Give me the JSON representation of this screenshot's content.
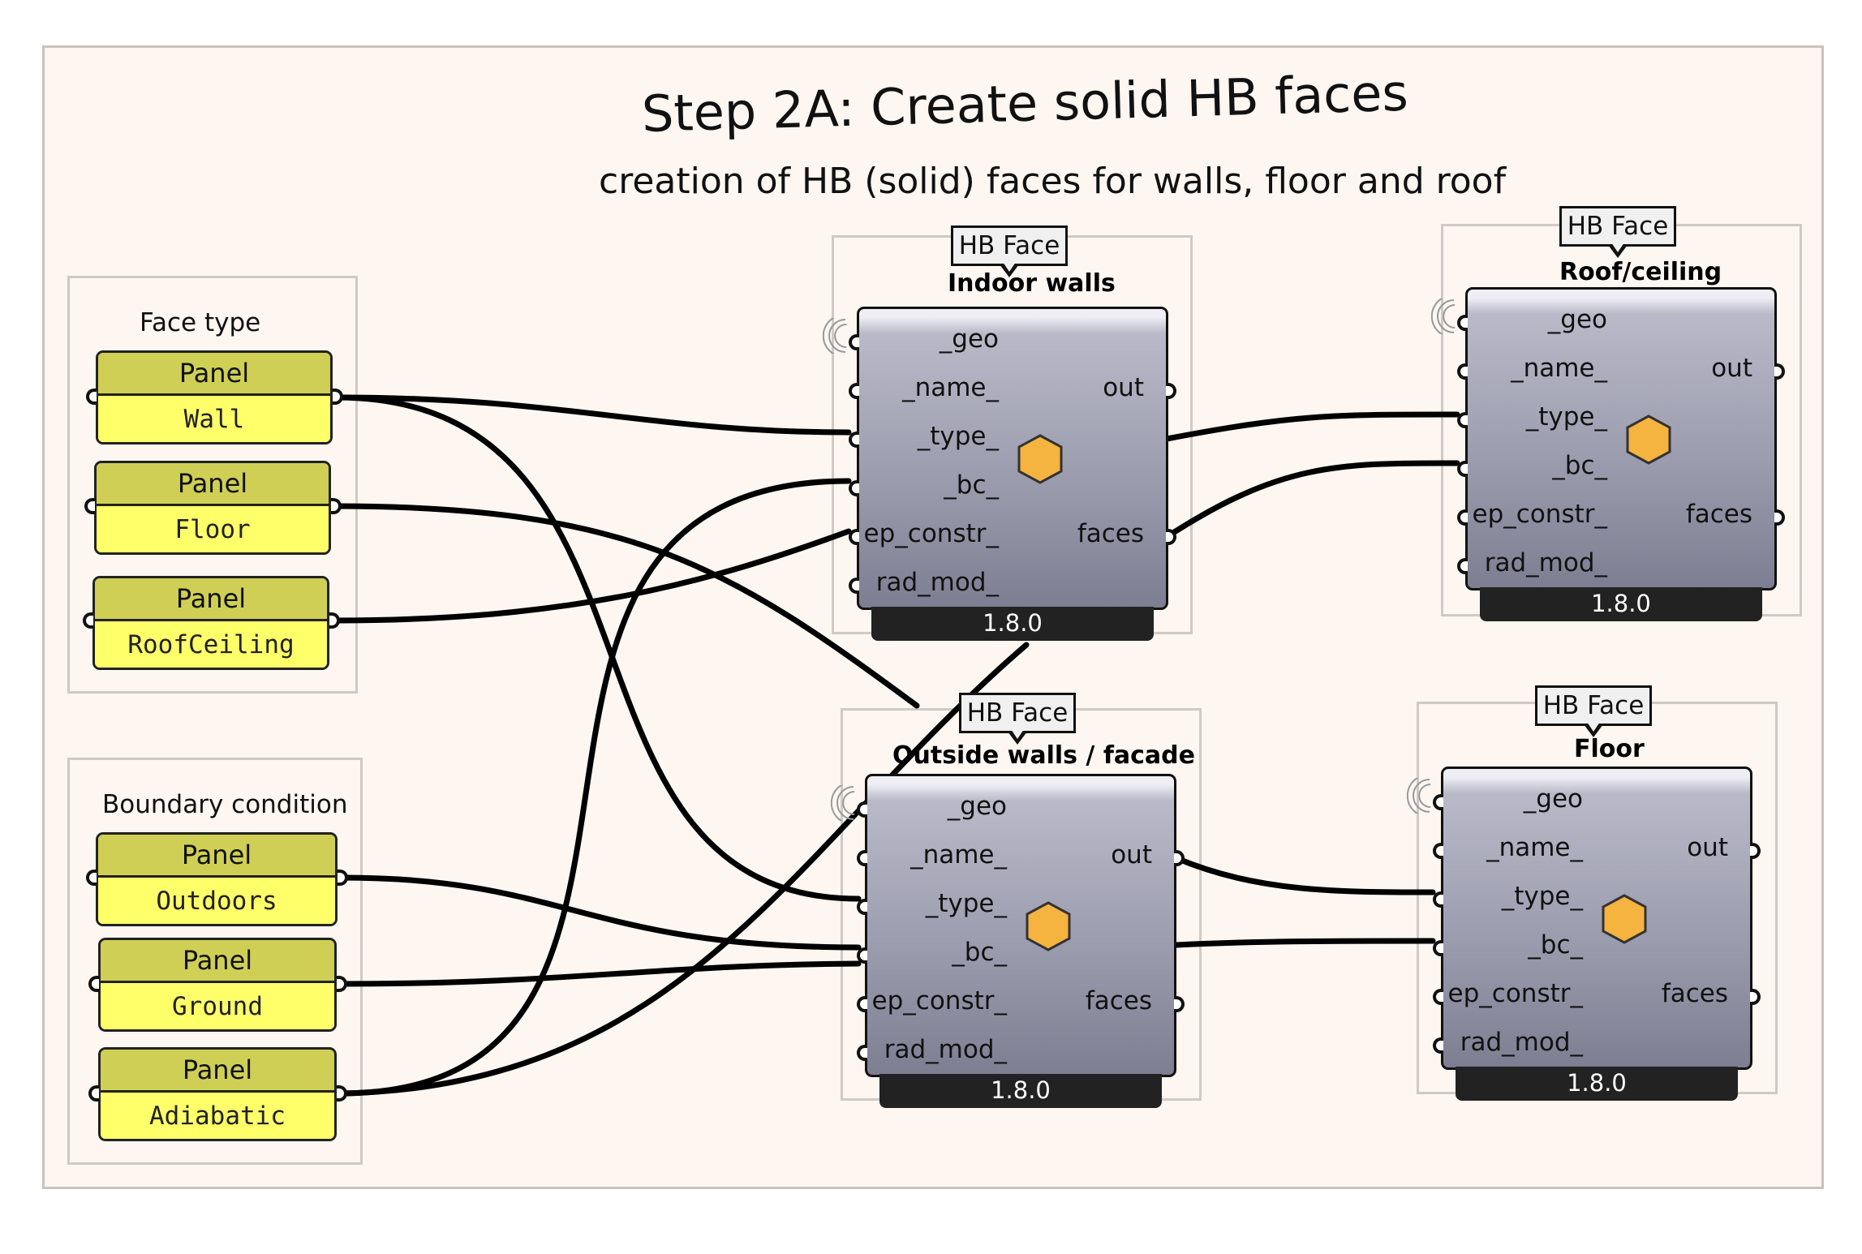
{
  "title": "Step 2A: Create solid HB faces",
  "subtitle": "creation of HB (solid) faces for walls, floor and roof",
  "groups": {
    "face_type": {
      "label": "Face type",
      "panels": [
        {
          "header": "Panel",
          "value": "Wall"
        },
        {
          "header": "Panel",
          "value": "Floor"
        },
        {
          "header": "Panel",
          "value": "RoofCeiling"
        }
      ]
    },
    "boundary": {
      "label": "Boundary condition",
      "panels": [
        {
          "header": "Panel",
          "value": "Outdoors"
        },
        {
          "header": "Panel",
          "value": "Ground"
        },
        {
          "header": "Panel",
          "value": "Adiabatic"
        }
      ]
    }
  },
  "components": [
    {
      "tag": "HB Face",
      "nickname": "Indoor walls",
      "version": "1.8.0",
      "inputs": [
        "_geo",
        "_name_",
        "_type_",
        "_bc_",
        "ep_constr_",
        "rad_mod_"
      ],
      "outputs": [
        "out",
        "faces"
      ]
    },
    {
      "tag": "HB Face",
      "nickname": "Roof/ceiling",
      "version": "1.8.0",
      "inputs": [
        "_geo",
        "_name_",
        "_type_",
        "_bc_",
        "ep_constr_",
        "rad_mod_"
      ],
      "outputs": [
        "out",
        "faces"
      ]
    },
    {
      "tag": "HB Face",
      "nickname": "Outside walls / facade",
      "version": "1.8.0",
      "inputs": [
        "_geo",
        "_name_",
        "_type_",
        "_bc_",
        "ep_constr_",
        "rad_mod_"
      ],
      "outputs": [
        "out",
        "faces"
      ]
    },
    {
      "tag": "HB Face",
      "nickname": "Floor",
      "version": "1.8.0",
      "inputs": [
        "_geo",
        "_name_",
        "_type_",
        "_bc_",
        "ep_constr_",
        "rad_mod_"
      ],
      "outputs": [
        "out",
        "faces"
      ]
    }
  ],
  "colors": {
    "canvas": "#fdf6f1",
    "panel_header": "#cfcf55",
    "panel_body": "#ffff6a",
    "hex_icon": "#f5b33f",
    "wire": "#000000"
  },
  "icons": {
    "component": "honeycomb-hexagon-icon",
    "geo_input": "radio-waves-icon"
  }
}
